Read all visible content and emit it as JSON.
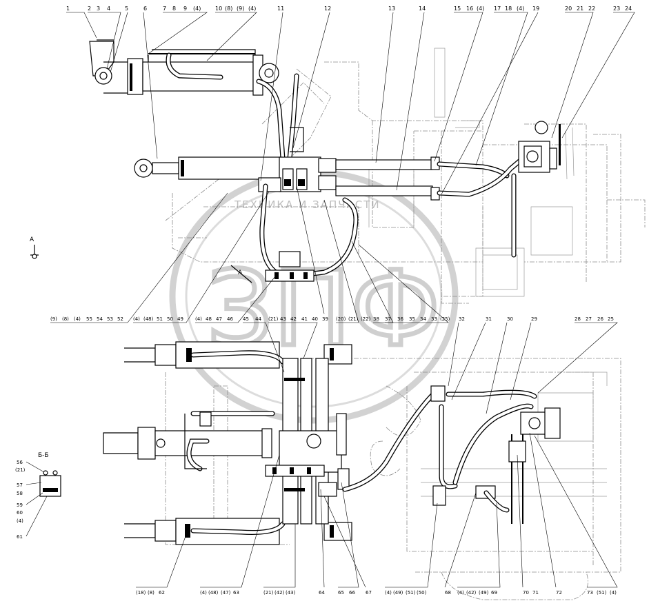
{
  "top_callouts": [
    "1",
    "2",
    "3",
    "4",
    "5",
    "6",
    "7",
    "8",
    "9",
    "(4)",
    "10",
    "(8)",
    "(9)",
    "(4)",
    "11",
    "12",
    "13",
    "14",
    "15",
    "16",
    "(4)",
    "17",
    "18",
    "(4)",
    "19",
    "20",
    "21",
    "22",
    "23",
    "24"
  ],
  "mid_callouts_left": [
    "(9)",
    "(8)",
    "(4)",
    "55",
    "54",
    "53",
    "52",
    "(4)",
    "(48)",
    "51",
    "50",
    "49",
    "(4)",
    "48",
    "47",
    "46",
    "45",
    "44",
    "(21)",
    "43",
    "42",
    "41",
    "40",
    "39",
    "(20)",
    "(21)",
    "(22)",
    "38",
    "37",
    "36",
    "35",
    "34",
    "33",
    "(25)"
  ],
  "mid_callouts_right": [
    "32",
    "31",
    "30",
    "29",
    "28",
    "27",
    "26",
    "25"
  ],
  "bottom_callouts": [
    "(18)",
    "(8)",
    "62",
    "(4)",
    "(48)",
    "(47)",
    "63",
    "(21)",
    "(42)",
    "(43)",
    "64",
    "65",
    "66",
    "67",
    "(4)",
    "(49)",
    "(51)",
    "(50)",
    "68",
    "(4)",
    "(42)",
    "(49)",
    "69",
    "70",
    "71",
    "72",
    "73",
    "(51)",
    "(4)"
  ],
  "view_labels": {
    "arrow_a": "А",
    "view_a": "А",
    "section_bb": "Б-Б"
  },
  "inset_callouts": [
    "56",
    "(21)",
    "57",
    "58",
    "59",
    "60",
    "(4)",
    "61"
  ],
  "watermark": {
    "text": "ТЕХНИКА И ЗАПЧАСТИ",
    "logo": "ЗПФ"
  },
  "colors": {
    "ink": "#000000",
    "background_lines": "#8a8a8a",
    "watermark": "#bdbdbd",
    "paper": "#ffffff"
  }
}
